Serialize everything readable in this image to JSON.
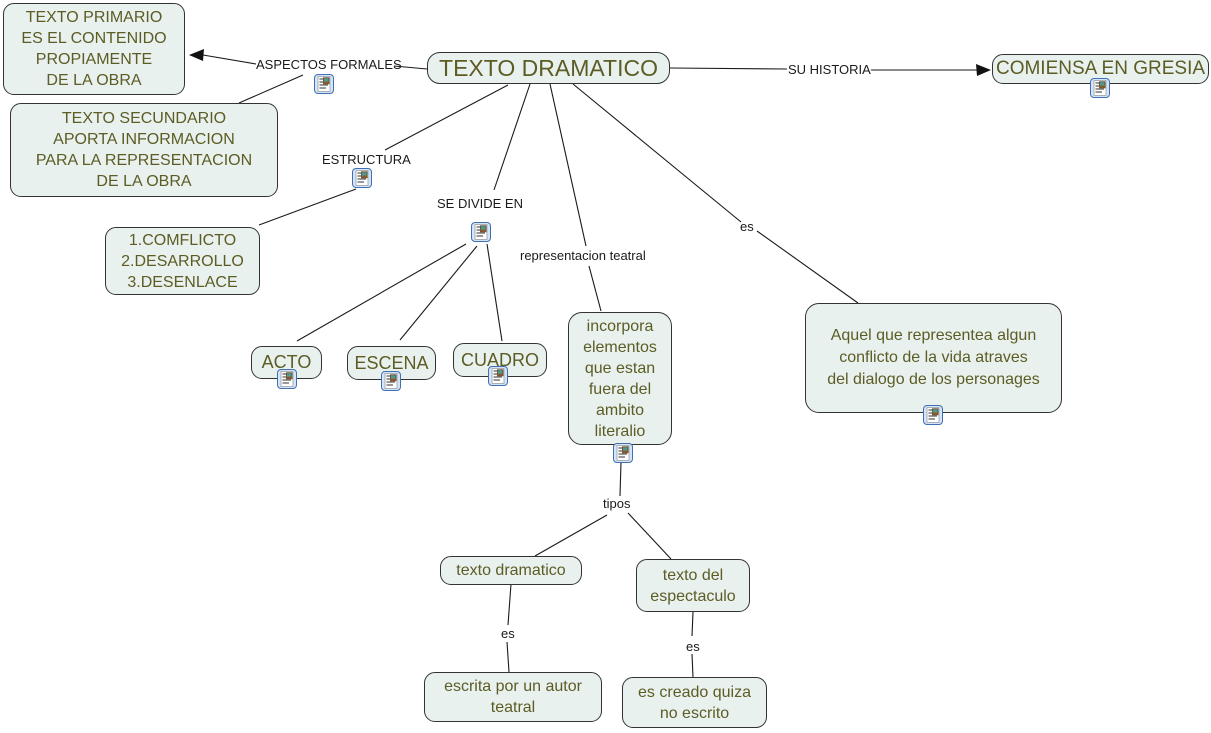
{
  "map": {
    "title_node": "TEXTO DRAMATICO",
    "nodes": {
      "texto_primario": "TEXTO PRIMARIO\nES EL CONTENIDO\nPROPIAMENTE\nDE LA OBRA",
      "texto_secundario": "TEXTO SECUNDARIO\nAPORTA INFORMACION\nPARA LA REPRESENTACION\nDE LA OBRA",
      "comiensa_en_gresia": "COMIENSA EN GRESIA",
      "estructura_partes": "1.COMFLICTO\n2.DESARROLLO\n3.DESENLACE",
      "acto": "ACTO",
      "escena": "ESCENA",
      "cuadro": "CUADRO",
      "incorpora_elementos": "incorpora\nelementos\nque estan\nfuera del\nambito\nliteralio",
      "aquel_que": "Aquel que representea algun\nconflicto de la vida atraves\ndel dialogo de los personages",
      "texto_dramatico_tipo": "texto dramatico",
      "texto_del_espectaculo": "texto del\nespectaculo",
      "escrita_por": "escrita por un autor\nteatral",
      "es_creado": "es creado quiza\nno escrito"
    },
    "links": {
      "aspectos_formales": "ASPECTOS FORMALES",
      "su_historia": "SU HISTORIA",
      "estructura": "ESTRUCTURA",
      "se_divide_en": "SE DIVIDE EN",
      "representacion_teatral": "representacion teatral",
      "es_definicion": "es",
      "tipos": "tipos",
      "es_texto_dramatico": "es",
      "es_espectaculo": "es"
    },
    "icons": {
      "resource_icon": "document-with-image-resource"
    },
    "colors": {
      "background": "#ffffff",
      "node_fill": "#e9f1ef",
      "node_border": "#333333",
      "node_text": "#5c5c24",
      "link_text": "#1a1a1a",
      "connector_line": "#1a1a1a",
      "icon_border": "#3f6fb5",
      "icon_fill": "#d6e4f7"
    }
  }
}
